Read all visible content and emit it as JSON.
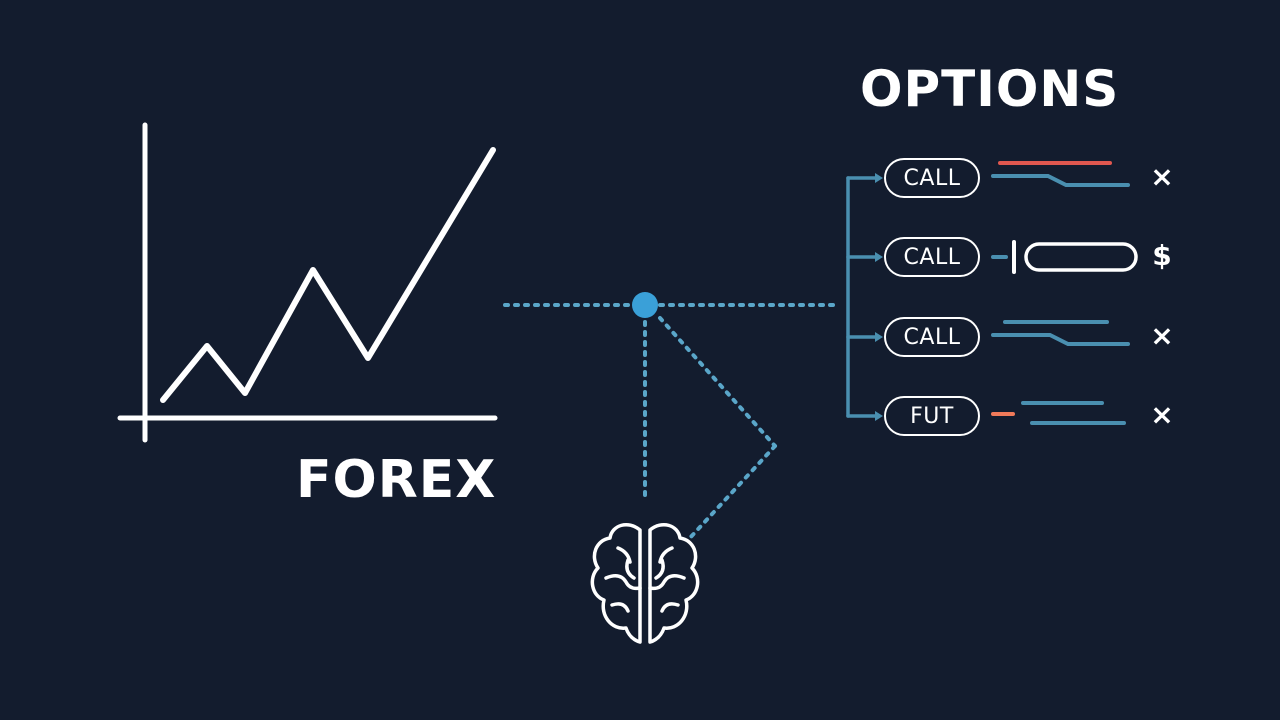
{
  "forex": {
    "title": "FOREX"
  },
  "options": {
    "title": "OPTIONS",
    "rows": [
      {
        "label": "CALL",
        "symbol": "×"
      },
      {
        "label": "CALL",
        "symbol": "$"
      },
      {
        "label": "CALL",
        "symbol": "×"
      },
      {
        "label": "FUT",
        "symbol": "×"
      }
    ]
  },
  "colors": {
    "background": "#131c2e",
    "foreground": "#ffffff",
    "accent_blue": "#3aa0d8",
    "connector_blue": "#4a8fb0",
    "accent_red": "#e0574f",
    "accent_orange": "#f07a5a"
  },
  "icons": [
    "line-chart-icon",
    "brain-icon",
    "hub-node"
  ]
}
